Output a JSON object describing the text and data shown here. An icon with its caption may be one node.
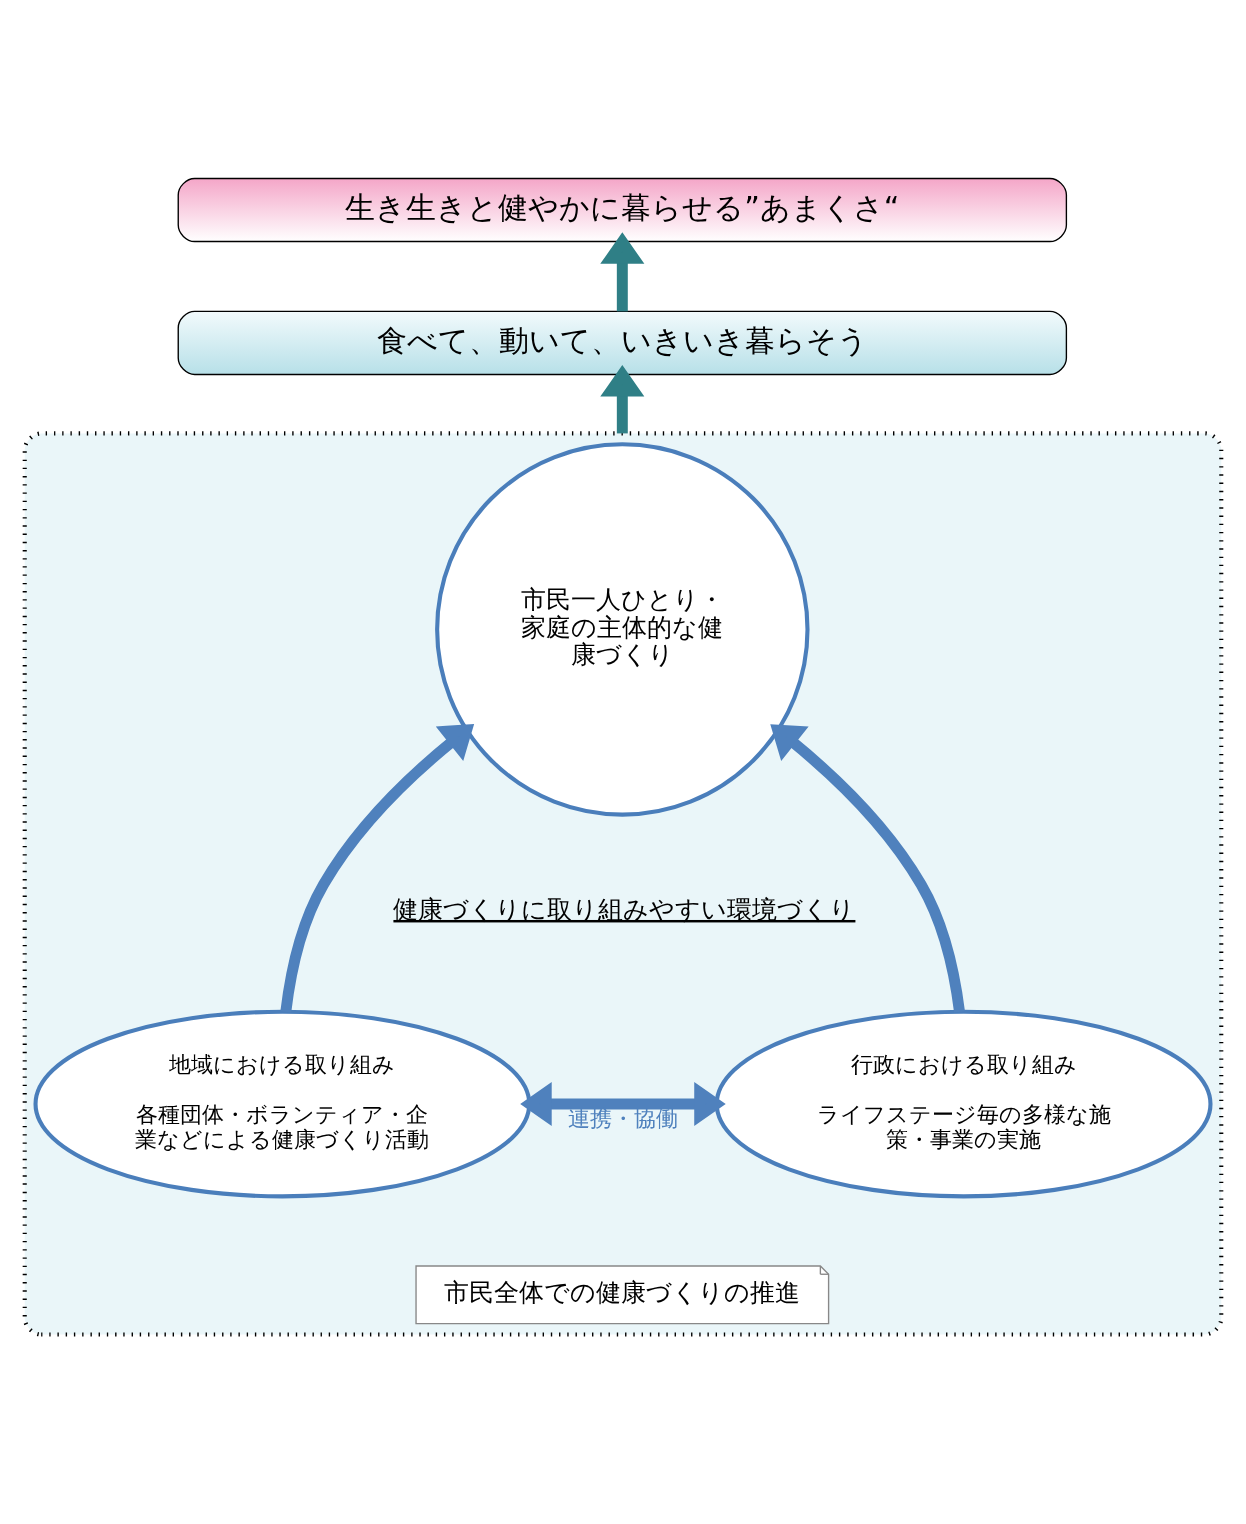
{
  "diagram": {
    "nodes": [
      {
        "text": [
          "生き生きと健やかに暮らせる”あまくさ“"
        ]
      },
      {
        "text": [
          "食べて、動いて、いきいき暮らそう"
        ]
      },
      {
        "text": [],
        "shape": "box"
      },
      {
        "text": [
          "市民一人ひとり・家庭の主体的な健康づくり"
        ],
        "in": 2
      },
      {
        "text": [
          "地域における取り組み",
          "各種団体・ボランティア・企業などによる健康づくり活動"
        ],
        "in": 2
      },
      {
        "text": [
          "行政における取り組み",
          "ライフステージ毎の多様な施策・事業の実施"
        ],
        "in": 2
      },
      {
        "text": [
          "市民全体での健康づくりの推進"
        ],
        "in": 2
      }
    ],
    "edges": [
      {
        "from": 1,
        "to": 0,
        "arrow": "to",
        "color": "#2f7f86"
      },
      {
        "from": 2,
        "to": 1,
        "arrow": "to",
        "color": "#2f7f86"
      },
      {
        "from": 4,
        "to": 3,
        "arrow": "to"
      },
      {
        "from": 5,
        "to": 3,
        "arrow": "to"
      },
      {
        "from": 4,
        "to": 5,
        "arrow": "both",
        "label": "連携・協働"
      }
    ],
    "labels": [
      "健康づくりに取り組みやすい環境づくり"
    ]
  }
}
